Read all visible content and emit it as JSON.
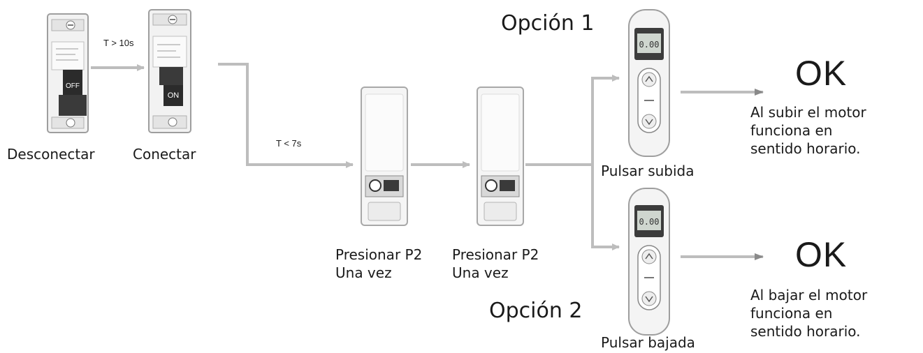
{
  "steps": {
    "disconnect": "Desconectar",
    "connect": "Conectar",
    "press_p2_a": [
      "Presionar P2",
      "Una vez"
    ],
    "press_p2_b": [
      "Presionar P2",
      "Una vez"
    ],
    "press_up": "Pulsar subida",
    "press_down": "Pulsar bajada"
  },
  "timing": {
    "off_time": "T > 10s",
    "on_time": "T < 7s"
  },
  "breaker_marks": {
    "off": "OFF",
    "on": "ON"
  },
  "remote_display": "0.00",
  "options": {
    "option1": "Opción 1",
    "option2": "Opción 2"
  },
  "results": {
    "ok1": "OK",
    "ok2": "OK",
    "result_up": [
      "Al subir el motor",
      "funciona en",
      "sentido horario."
    ],
    "result_down": [
      "Al bajar el motor",
      "funciona en",
      "sentido horario."
    ]
  },
  "colors": {
    "arrow": "#bdbdbd",
    "device_body": "#f4f4f4",
    "device_outline": "#9e9e9e"
  }
}
